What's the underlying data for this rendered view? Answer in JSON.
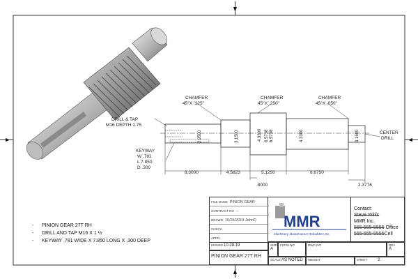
{
  "page": {
    "orientation": "landscape",
    "background": "#ffffff",
    "line_color": "#333333"
  },
  "drawing": {
    "callouts": {
      "chamfer1": [
        "CHAMFER",
        "45°X .125\""
      ],
      "chamfer2": [
        "CHAMFER",
        "45°X .250\""
      ],
      "chamfer3": [
        "CHAMFER",
        "45°X .050\""
      ],
      "drill_tap": [
        "DRILL & TAP",
        "M16 DEPTH 1.75"
      ],
      "keyway": [
        "KEYWAY",
        "W  .781",
        "L  7.850",
        "D  .300"
      ],
      "center_drill": [
        "CENTER",
        "DRILL"
      ]
    },
    "diameters": [
      "2.9500",
      "3.1500",
      "4.3300",
      "6.5738",
      "6.5738",
      "4.3300",
      "3.1500"
    ],
    "lengths": [
      "8.3000",
      "4.5823",
      "5.1250",
      "8.6750",
      ".8000",
      "2.3776"
    ]
  },
  "notes": [
    "PINION GEAR 27T RH",
    "DRILL AND TAP M16 X 1 ½",
    "KEYWAY .781 WIDE X 7.850 LONG X .300 DEEP"
  ],
  "title_block": {
    "labels": {
      "file_name": "FILE NAME",
      "contract_no": "CONTRACT NO",
      "drawn": "DRAWN",
      "check": "CHECK",
      "appr": "APPR",
      "issued": "ISSUED",
      "size": "SIZE",
      "fscm_no": "FSCM NO",
      "dwg_no": "DWG NO",
      "rev": "REV",
      "scale": "SCALE",
      "weight": "WEIGHT",
      "sheet": "SHEET"
    },
    "values": {
      "file_name": "PINION GEAR",
      "contract_no": "--",
      "drawn": "10/25/2019  JohnD",
      "check": "",
      "appr": "",
      "issued": "10.28.19",
      "size": "A",
      "rev": "A",
      "scale": "AS NOTED",
      "sheet": "2"
    },
    "title": "PINION GEAR 27T RH",
    "logo": {
      "text": "MMR",
      "tagline": "Machinery Maintenance Rebuilders Inc.",
      "color": "#1f3f8f"
    },
    "contact": {
      "heading": "Contact:",
      "name": "Steve Willis",
      "company": "MMR Inc.",
      "office_phone": "555-555-5555",
      "office_label": "Office",
      "cell_phone": "555-555-5555",
      "cell_label": "Cell"
    }
  }
}
